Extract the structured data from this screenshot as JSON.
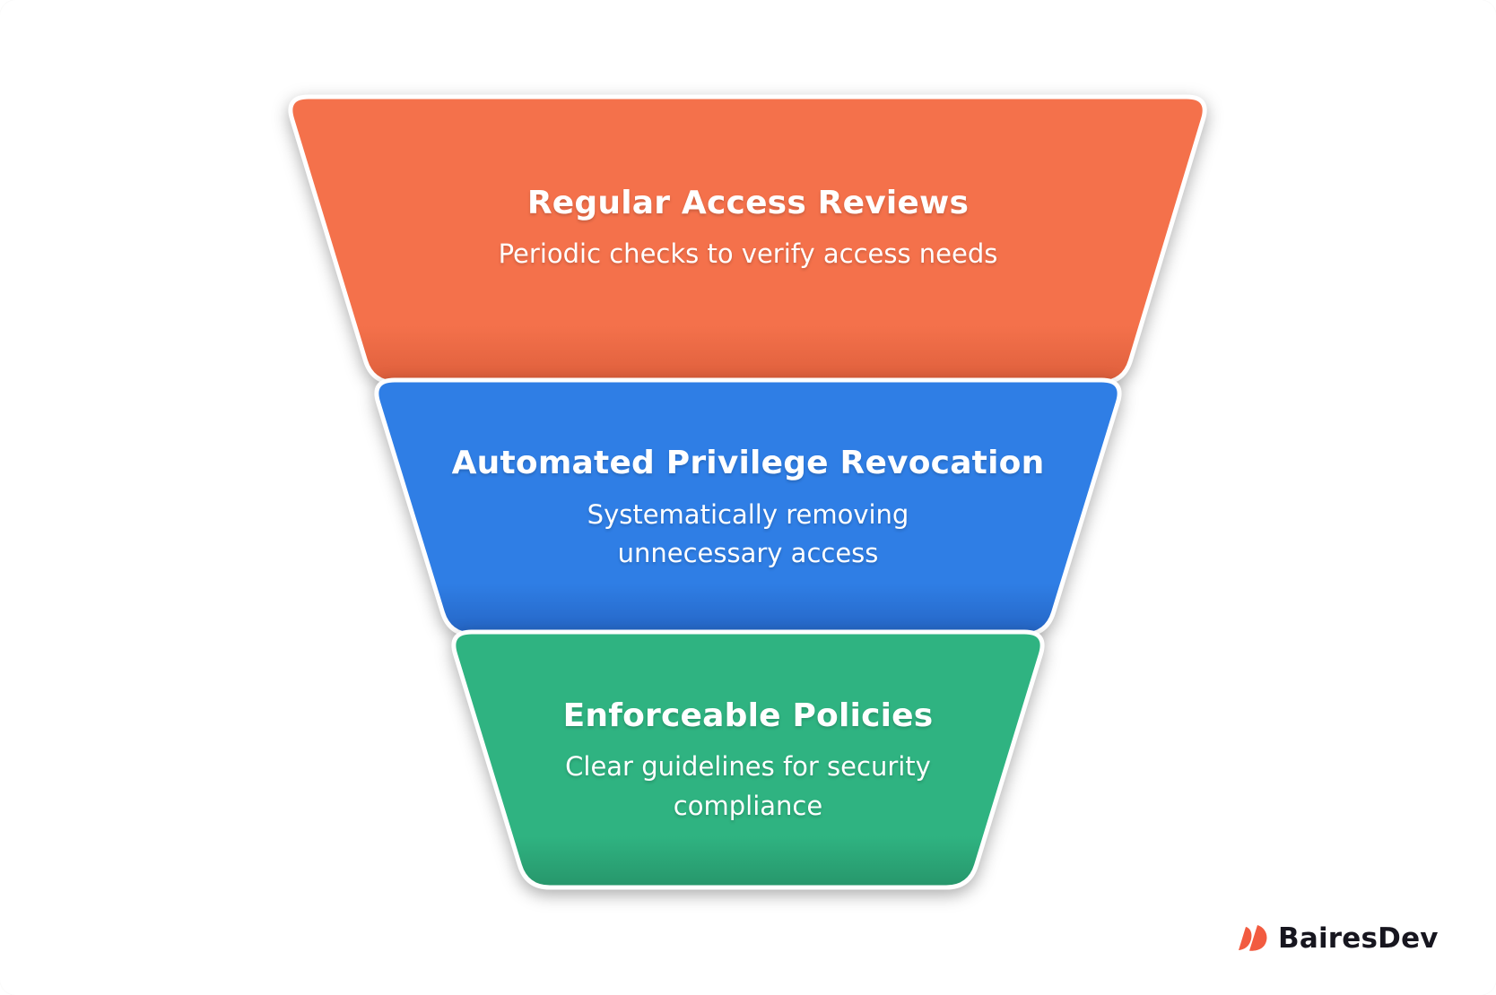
{
  "page": {
    "background": "#ffffff"
  },
  "funnel": {
    "type": "funnel-diagram",
    "stroke_color": "#ffffff",
    "tiers": [
      {
        "id": "regular-access-reviews",
        "title": "Regular Access Reviews",
        "subtitle": "Periodic checks to verify access needs",
        "color": "#F4714B",
        "color_dark": "#DE5F3C"
      },
      {
        "id": "automated-privilege-revocation",
        "title": "Automated Privilege Revocation",
        "subtitle": "Systematically removing unnecessary access",
        "color": "#2F7EE5",
        "color_dark": "#2565C4"
      },
      {
        "id": "enforceable-policies",
        "title": "Enforceable Policies",
        "subtitle": "Clear guidelines for security compliance",
        "color": "#2FB381",
        "color_dark": "#27966B"
      }
    ]
  },
  "footer": {
    "brand": "BairesDev",
    "brand_color": "#17161F",
    "logo_color": "#F25B40",
    "logo_icon": "bairesdev-double-petal"
  }
}
